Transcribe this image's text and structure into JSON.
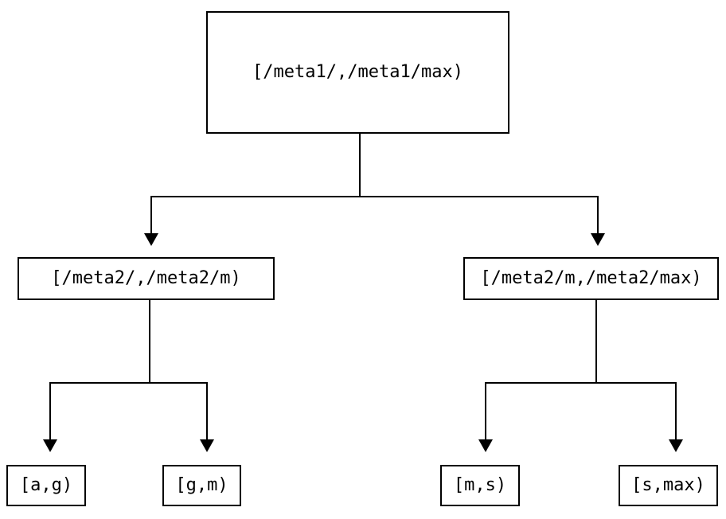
{
  "diagram": {
    "type": "tree",
    "description": "Key-range partition tree",
    "colors": {
      "line": "#000000",
      "box_border": "#000000",
      "box_background": "#ffffff",
      "text": "#000000",
      "page_background": "#ffffff"
    },
    "nodes": [
      {
        "id": "root",
        "label": "[/meta1/,/meta1/max)",
        "level": 0,
        "parent": null
      },
      {
        "id": "meta2-low",
        "label": "[/meta2/,/meta2/m)",
        "level": 1,
        "parent": "root"
      },
      {
        "id": "meta2-high",
        "label": "[/meta2/m,/meta2/max)",
        "level": 1,
        "parent": "root"
      },
      {
        "id": "leaf-a-g",
        "label": "[a,g)",
        "level": 2,
        "parent": "meta2-low"
      },
      {
        "id": "leaf-g-m",
        "label": "[g,m)",
        "level": 2,
        "parent": "meta2-low"
      },
      {
        "id": "leaf-m-s",
        "label": "[m,s)",
        "level": 2,
        "parent": "meta2-high"
      },
      {
        "id": "leaf-s-max",
        "label": "[s,max)",
        "level": 2,
        "parent": "meta2-high"
      }
    ],
    "edges": [
      {
        "from": "root",
        "to": "meta2-low"
      },
      {
        "from": "root",
        "to": "meta2-high"
      },
      {
        "from": "meta2-low",
        "to": "leaf-a-g"
      },
      {
        "from": "meta2-low",
        "to": "leaf-g-m"
      },
      {
        "from": "meta2-high",
        "to": "leaf-m-s"
      },
      {
        "from": "meta2-high",
        "to": "leaf-s-max"
      }
    ]
  }
}
